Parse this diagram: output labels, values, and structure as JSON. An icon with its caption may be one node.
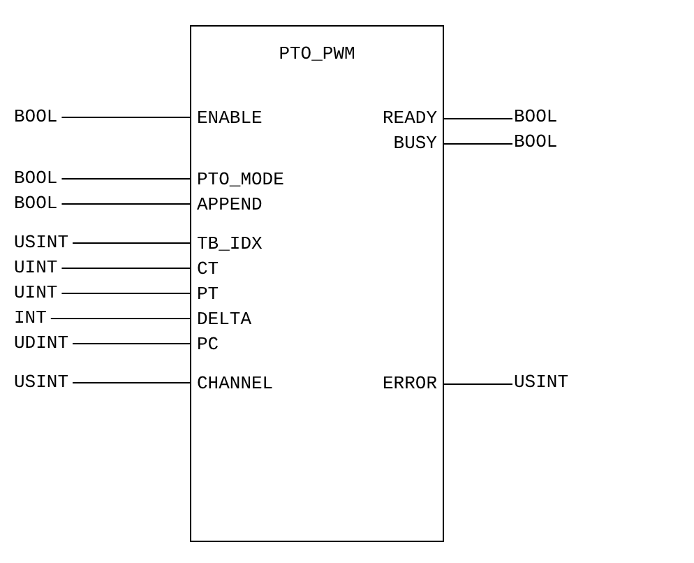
{
  "diagram": {
    "nodes": [
      {
        "text": [
          "PTO_PWM"
        ]
      },
      {
        "text": [
          "BOOL"
        ]
      },
      {
        "text": [
          "ENABLE"
        ],
        "in": 0
      },
      {
        "text": [
          "READY"
        ],
        "in": 0
      },
      {
        "text": [
          "BOOL"
        ]
      },
      {
        "text": [
          "BUSY"
        ],
        "in": 0
      },
      {
        "text": [
          "BOOL"
        ]
      },
      {
        "text": [
          "BOOL"
        ]
      },
      {
        "text": [
          "PTO_MODE"
        ],
        "in": 0
      },
      {
        "text": [
          "BOOL"
        ]
      },
      {
        "text": [
          "APPEND"
        ],
        "in": 0
      },
      {
        "text": [
          "USINT"
        ]
      },
      {
        "text": [
          "TB_IDX"
        ],
        "in": 0
      },
      {
        "text": [
          "UINT"
        ]
      },
      {
        "text": [
          "CT"
        ],
        "in": 0
      },
      {
        "text": [
          "UINT"
        ]
      },
      {
        "text": [
          "PT"
        ],
        "in": 0
      },
      {
        "text": [
          "INT"
        ]
      },
      {
        "text": [
          "DELTA"
        ],
        "in": 0
      },
      {
        "text": [
          "UDINT"
        ]
      },
      {
        "text": [
          "PC"
        ],
        "in": 0
      },
      {
        "text": [
          "USINT"
        ]
      },
      {
        "text": [
          "CHANNEL"
        ],
        "in": 0
      },
      {
        "text": [
          "ERROR"
        ],
        "in": 0
      },
      {
        "text": [
          "USINT"
        ]
      }
    ],
    "edges": [
      {
        "from": 1,
        "to": 2,
        "arrow": "none"
      },
      {
        "from": 3,
        "to": 4,
        "arrow": "none"
      },
      {
        "from": 5,
        "to": 6,
        "arrow": "none"
      },
      {
        "from": 7,
        "to": 8,
        "arrow": "none"
      },
      {
        "from": 9,
        "to": 10,
        "arrow": "none"
      },
      {
        "from": 11,
        "to": 12,
        "arrow": "none"
      },
      {
        "from": 13,
        "to": 14,
        "arrow": "none"
      },
      {
        "from": 15,
        "to": 16,
        "arrow": "none"
      },
      {
        "from": 17,
        "to": 18,
        "arrow": "none"
      },
      {
        "from": 19,
        "to": 20,
        "arrow": "none"
      },
      {
        "from": 21,
        "to": 22,
        "arrow": "none"
      },
      {
        "from": 23,
        "to": 24,
        "arrow": "none"
      }
    ]
  }
}
